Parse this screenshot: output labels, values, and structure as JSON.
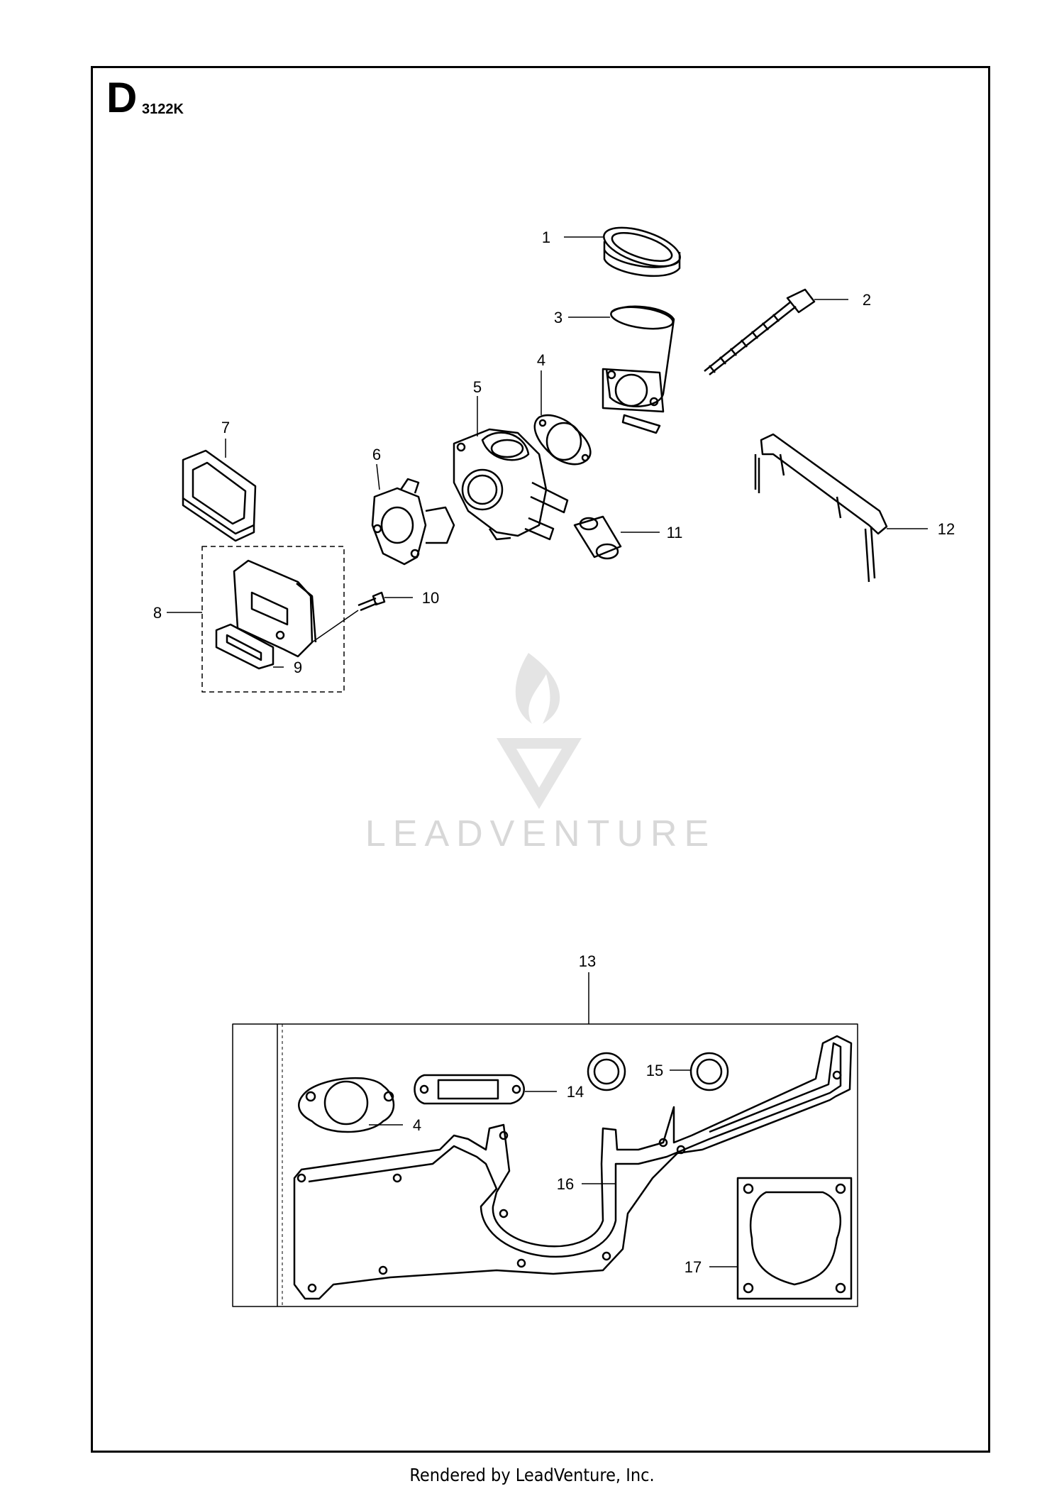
{
  "header": {
    "section_letter": "D",
    "diagram_code": "3122K"
  },
  "callouts": [
    "1",
    "2",
    "3",
    "4",
    "5",
    "6",
    "7",
    "8",
    "9",
    "10",
    "11",
    "12",
    "13",
    "14",
    "4",
    "15",
    "16",
    "17"
  ],
  "watermark": {
    "text": "LEADVENTURE"
  },
  "footer": {
    "text": "Rendered by LeadVenture, Inc."
  }
}
